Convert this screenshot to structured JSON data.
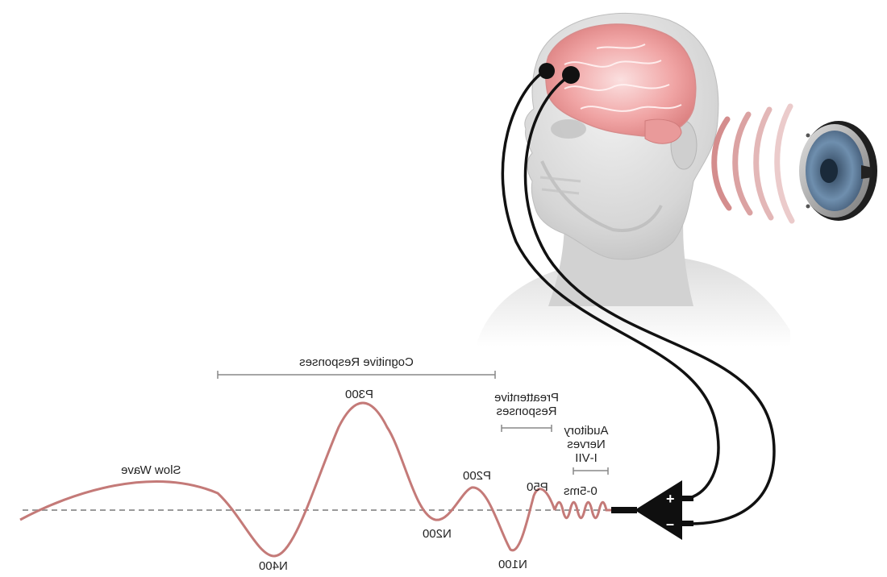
{
  "labels": {
    "cognitive": "Cognitive Responses",
    "preattentive_line1": "Preattentive",
    "preattentive_line2": "Responses",
    "auditory_line1": "Auditory",
    "auditory_line2": "Nerves",
    "auditory_line3": "I-VII",
    "range": "0-5ms",
    "slow_wave": "Slow Wave",
    "p300": "P300",
    "n400": "N400",
    "p200": "P200",
    "n200": "N200",
    "p50": "P50",
    "n100": "N100"
  },
  "amplifier": {
    "plus": "+",
    "minus": "–"
  },
  "colors": {
    "wave": "#c47a78",
    "baseline": "#9a9a9a",
    "bracket": "#888888",
    "electrode": "#111111",
    "brain": "#e89090",
    "sound_waves": "#b03030"
  }
}
